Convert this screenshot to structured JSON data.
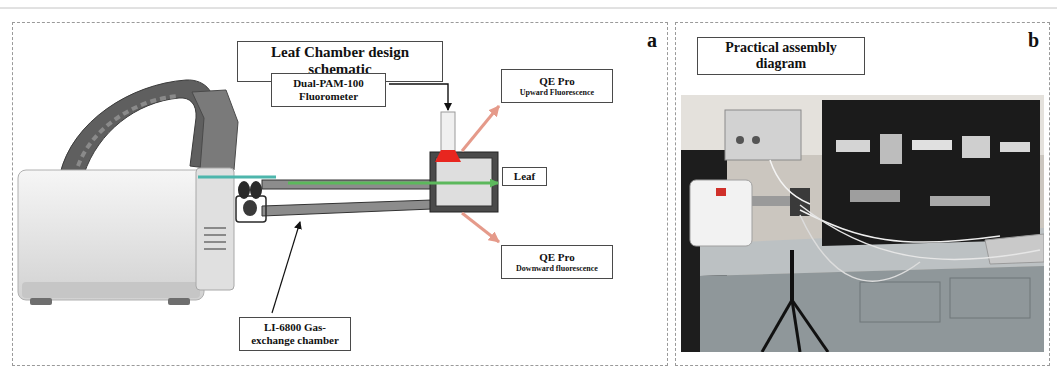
{
  "diagram": {
    "nodes": [
      {
        "text": [
          "a"
        ]
      },
      {
        "text": [
          "Leaf Chamber design schematic"
        ],
        "in": 0
      },
      {
        "text": [
          "Dual-PAM-100 Fluorometer"
        ],
        "in": 0
      },
      {
        "text": [
          "QE Pro",
          "Upward Fluorescence"
        ],
        "in": 0
      },
      {
        "text": [
          "Leaf"
        ],
        "in": 0
      },
      {
        "text": [
          "QE Pro",
          "Downward fluorescence"
        ],
        "in": 0
      },
      {
        "text": [
          "LI-6800 Gas-exchange chamber"
        ],
        "in": 0
      },
      {
        "text": [
          "b"
        ]
      },
      {
        "text": [
          "Practical assembly diagram"
        ],
        "in": 7
      }
    ]
  }
}
